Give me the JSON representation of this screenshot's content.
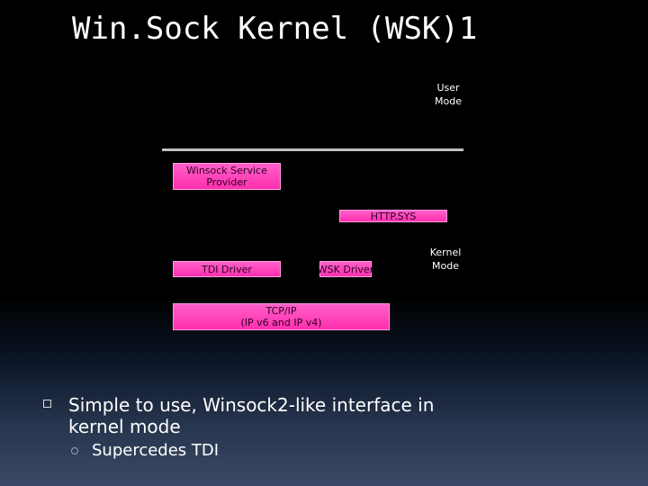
{
  "slide": {
    "title": "Win.Sock Kernel (WSK)1"
  },
  "diagram": {
    "user_mode": [
      "User",
      "Mode"
    ],
    "kernel_mode": [
      "Kernel",
      "Mode"
    ],
    "boxes": {
      "winsock_service_provider": [
        "Winsock Service",
        "Provider"
      ],
      "http_sys": "HTTP.SYS",
      "tdi_driver": "TDI Driver",
      "wsk_driver": "WSK Driver",
      "tcp_ip": [
        "TCP/IP",
        "(IP v6 and IP v4)"
      ]
    },
    "box_color": "#ff3fb8"
  },
  "bullets": {
    "main": "Simple to use, Winsock2-like interface in kernel mode",
    "sub": "Supercedes TDI"
  }
}
